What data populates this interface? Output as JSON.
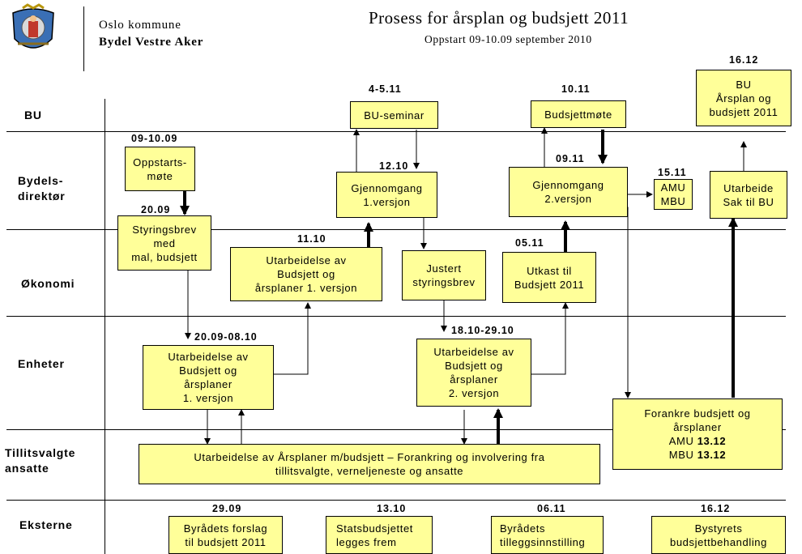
{
  "header": {
    "org": "Oslo kommune",
    "district": "Bydel Vestre Aker",
    "title": "Prosess for årsplan og budsjett 2011",
    "subtitle": "Oppstart 09-10.09 september 2010"
  },
  "lanes": {
    "bu": "BU",
    "direktor": [
      "Bydels-",
      "direktør"
    ],
    "okonomi": "Økonomi",
    "enheter": "Enheter",
    "tillit": [
      "Tillitsvalgte",
      "ansatte"
    ],
    "eksterne": "Eksterne"
  },
  "dates": {
    "d_4_5_11": "4-5.11",
    "d_10_11": "10.11",
    "d_16_12_top": "16.12",
    "d_09_10_09": "09-10.09",
    "d_12_10": "12.10",
    "d_09_11": "09.11",
    "d_15_11": "15.11",
    "d_20_09": "20.09",
    "d_11_10": "11.10",
    "d_05_11": "05.11",
    "d_20_09_08_10": "20.09-08.10",
    "d_18_10_29_10": "18.10-29.10",
    "d_29_09": "29.09",
    "d_13_10": "13.10",
    "d_06_11": "06.11",
    "d_16_12_bottom": "16.12"
  },
  "boxes": {
    "bu_seminar": [
      "BU-seminar"
    ],
    "budsjettmote": [
      "Budsjettmøte"
    ],
    "bu_arsplan": [
      "BU",
      "Årsplan og",
      "budsjett 2011"
    ],
    "oppstartsmote": [
      "Oppstarts-",
      "møte"
    ],
    "gjennomgang1": [
      "Gjennomgang",
      "1.versjon"
    ],
    "gjennomgang2": [
      "Gjennomgang",
      "2.versjon"
    ],
    "amu_mbu": [
      "AMU",
      "MBU"
    ],
    "utarbeide_sak": [
      "Utarbeide",
      "Sak til BU"
    ],
    "styringsbrev": [
      "Styringsbrev",
      "med",
      "mal, budsjett"
    ],
    "utarbeidelse_okonomi": [
      "Utarbeidelse av",
      "Budsjett og",
      "årsplaner 1. versjon"
    ],
    "justert": [
      "Justert",
      "styringsbrev"
    ],
    "utkast": [
      "Utkast til",
      "Budsjett 2011"
    ],
    "enheter_v1": [
      "Utarbeidelse av",
      "Budsjett og",
      "årsplaner",
      "1. versjon"
    ],
    "enheter_v2": [
      "Utarbeidelse av",
      "Budsjett og",
      "årsplaner",
      "2. versjon"
    ],
    "forankre": {
      "line1": "Forankre budsjett og",
      "line2": "årsplaner",
      "amu_label": "AMU",
      "amu_date": "13.12",
      "mbu_label": "MBU",
      "mbu_date": "13.12"
    },
    "tillit_box": [
      "Utarbeidelse av Årsplaner m/budsjett – Forankring og involvering fra",
      "tillitsvalgte, verneljeneste og ansatte"
    ],
    "byradet_forslag": [
      "Byrådets forslag",
      "til budsjett 2011"
    ],
    "statsbudsjett": [
      "Statsbudsjettet",
      "legges frem"
    ],
    "byradet_tillegg": [
      "Byrådets",
      "tilleggsinnstilling"
    ],
    "bystyret": [
      "Bystyrets",
      "budsjettbehandling"
    ]
  },
  "colors": {
    "box_fill": "#ffff99",
    "line": "#000000"
  },
  "icons": {
    "logo": "oslo-coat-of-arms-icon"
  }
}
